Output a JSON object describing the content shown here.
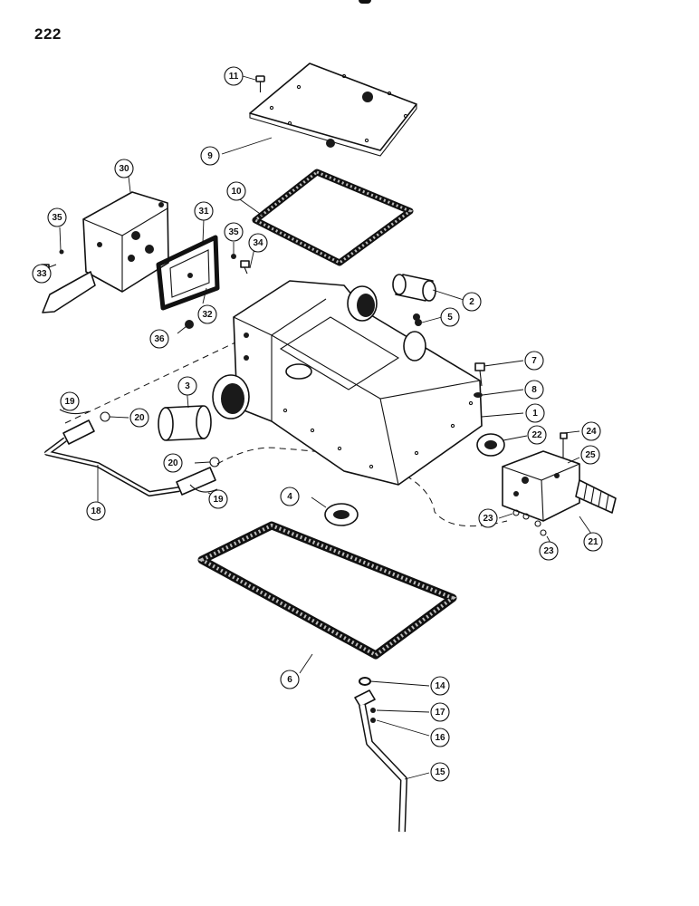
{
  "page": {
    "number": "222"
  },
  "callouts": [
    {
      "label": "11"
    },
    {
      "label": "9"
    },
    {
      "label": "30"
    },
    {
      "label": "10"
    },
    {
      "label": "35"
    },
    {
      "label": "31"
    },
    {
      "label": "35"
    },
    {
      "label": "34"
    },
    {
      "label": "33"
    },
    {
      "label": "32"
    },
    {
      "label": "2"
    },
    {
      "label": "5"
    },
    {
      "label": "36"
    },
    {
      "label": "7"
    },
    {
      "label": "8"
    },
    {
      "label": "3"
    },
    {
      "label": "19"
    },
    {
      "label": "20"
    },
    {
      "label": "1"
    },
    {
      "label": "24"
    },
    {
      "label": "22"
    },
    {
      "label": "25"
    },
    {
      "label": "20"
    },
    {
      "label": "19"
    },
    {
      "label": "18"
    },
    {
      "label": "4"
    },
    {
      "label": "23"
    },
    {
      "label": "21"
    },
    {
      "label": "23"
    },
    {
      "label": "6"
    },
    {
      "label": "14"
    },
    {
      "label": "17"
    },
    {
      "label": "16"
    },
    {
      "label": "15"
    }
  ]
}
